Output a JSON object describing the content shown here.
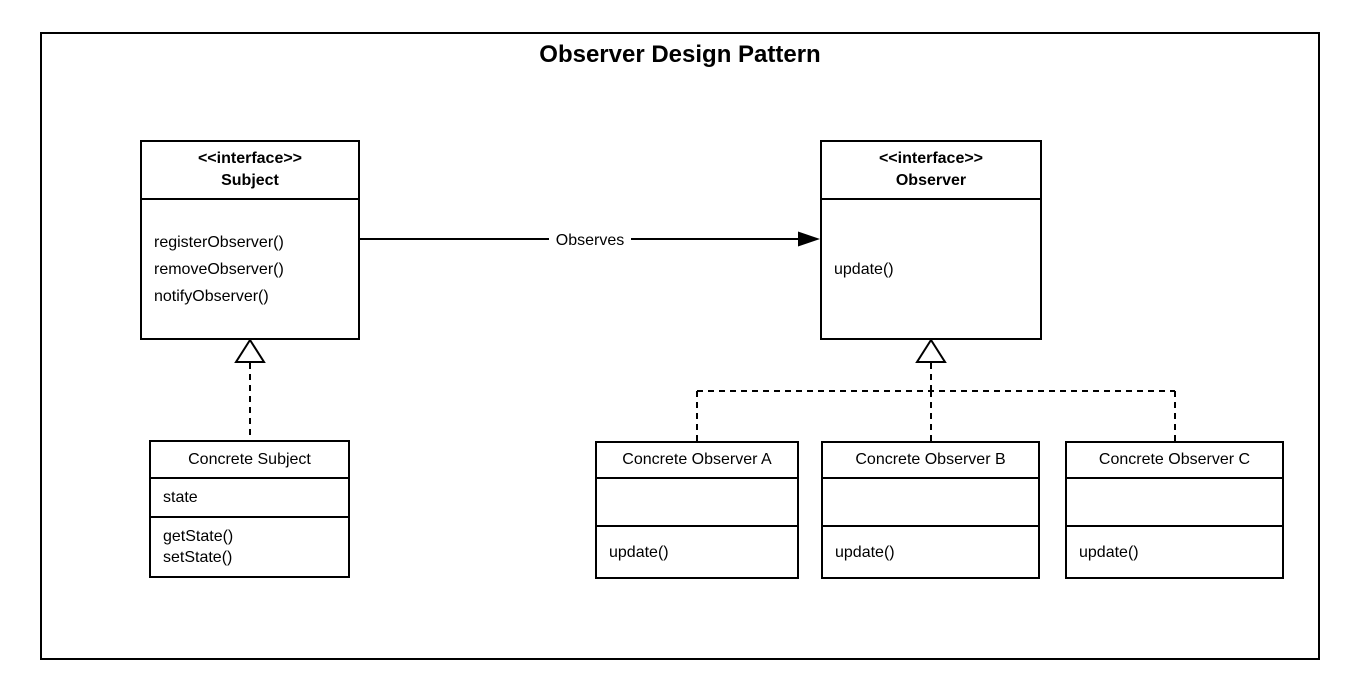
{
  "title": "Observer Design Pattern",
  "diagram": {
    "subject_interface": {
      "stereotype": "<<interface>>",
      "name": "Subject",
      "methods": [
        "registerObserver()",
        "removeObserver()",
        "notifyObserver()"
      ]
    },
    "observer_interface": {
      "stereotype": "<<interface>>",
      "name": "Observer",
      "methods": [
        "update()"
      ]
    },
    "observes_label": "Observes",
    "concrete_subject": {
      "name": "Concrete Subject",
      "attributes": [
        "state"
      ],
      "methods": [
        "getState()",
        "setState()"
      ]
    },
    "concrete_observers": [
      {
        "name": "Concrete Observer A",
        "methods": [
          "update()"
        ]
      },
      {
        "name": "Concrete Observer B",
        "methods": [
          "update()"
        ]
      },
      {
        "name": "Concrete Observer C",
        "methods": [
          "update()"
        ]
      }
    ],
    "colors": {
      "stroke": "#000000",
      "background": "#ffffff"
    }
  }
}
